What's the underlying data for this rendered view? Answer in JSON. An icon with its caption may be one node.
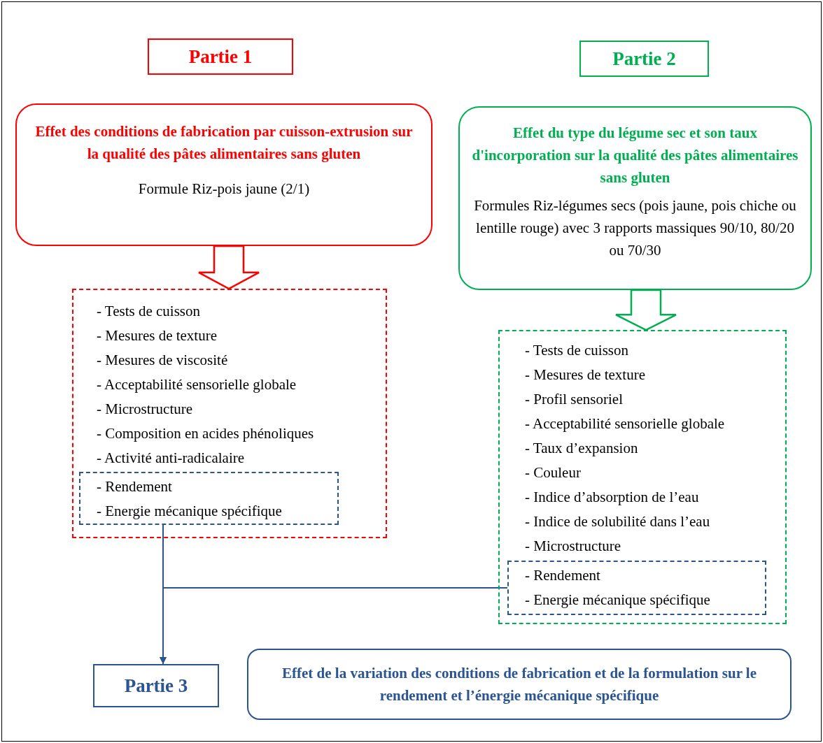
{
  "diagram": {
    "nodes": [
      {
        "text": [
          "Partie 1"
        ]
      },
      {
        "text": [
          "Partie 2"
        ]
      },
      {
        "text": [
          "Effet des conditions de fabrication par cuisson-extrusion sur la qualité des pâtes alimentaires sans gluten",
          "Formule Riz-pois jaune (2/1)"
        ]
      },
      {
        "text": [
          "Effet du type du légume sec et son taux d'incorporation  sur la qualité des pâtes alimentaires sans gluten",
          "Formules Riz-légumes secs (pois jaune, pois chiche ou lentille rouge) avec 3 rapports massiques 90/10, 80/20 ou 70/30"
        ]
      },
      {
        "text": [
          "- Tests de cuisson",
          "- Mesures de texture",
          "- Mesures de viscosité",
          "- Acceptabilité sensorielle globale",
          "- Microstructure",
          "- Composition en acides phénoliques",
          "- Activité anti-radicalaire"
        ]
      },
      {
        "text": [
          "- Rendement",
          "- Energie mécanique spécifique"
        ],
        "in": 4
      },
      {
        "text": [
          "- Tests de cuisson",
          "- Mesures de texture",
          "- Profil sensoriel",
          "- Acceptabilité sensorielle globale",
          "- Taux d’expansion",
          "- Couleur",
          "- Indice d’absorption de l’eau",
          "- Indice de solubilité dans l’eau",
          "- Microstructure"
        ]
      },
      {
        "text": [
          "- Rendement",
          "- Energie mécanique spécifique"
        ],
        "in": 6
      },
      {
        "text": [
          "Partie 3"
        ]
      },
      {
        "text": [
          "Effet de la variation des conditions de fabrication et de la formulation sur le rendement et l’énergie mécanique spécifique"
        ]
      }
    ],
    "edges": [
      {
        "from": 2,
        "to": 4,
        "arrow": "to",
        "style": "thick",
        "color": "#ff0000"
      },
      {
        "from": 3,
        "to": 6,
        "arrow": "to",
        "style": "thick",
        "color": "#00b050"
      },
      {
        "from": 5,
        "to": 8,
        "arrow": "to"
      },
      {
        "from": 7,
        "to": 8,
        "arrow": "to"
      }
    ]
  }
}
